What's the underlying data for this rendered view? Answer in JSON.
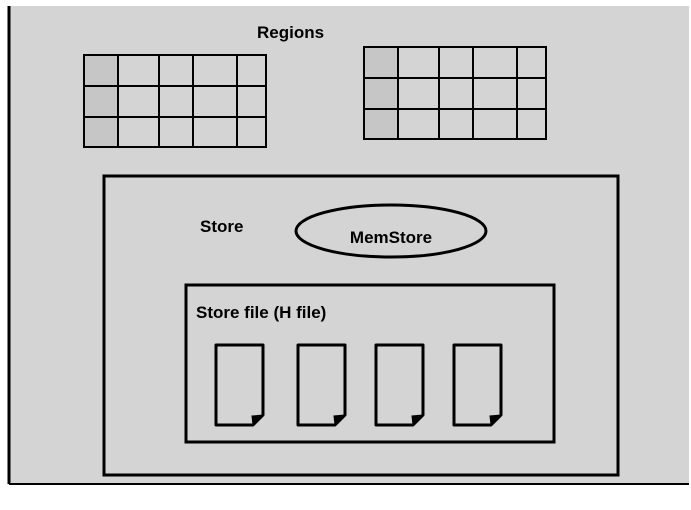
{
  "diagram": {
    "regions_label": "Regions",
    "store_label": "Store",
    "memstore_label": "MemStore",
    "storefile_label": "Store file (H file)",
    "colors": {
      "background": "#d4d4d4",
      "cell_fill": "#d4d4d4",
      "cell_highlight": "#c6c6c6",
      "stroke": "#000000"
    },
    "region_tables": [
      {
        "rows": 3,
        "cols": 5
      },
      {
        "rows": 3,
        "cols": 5
      }
    ],
    "hfile_count": 4,
    "icons": [
      "file-icon"
    ]
  }
}
